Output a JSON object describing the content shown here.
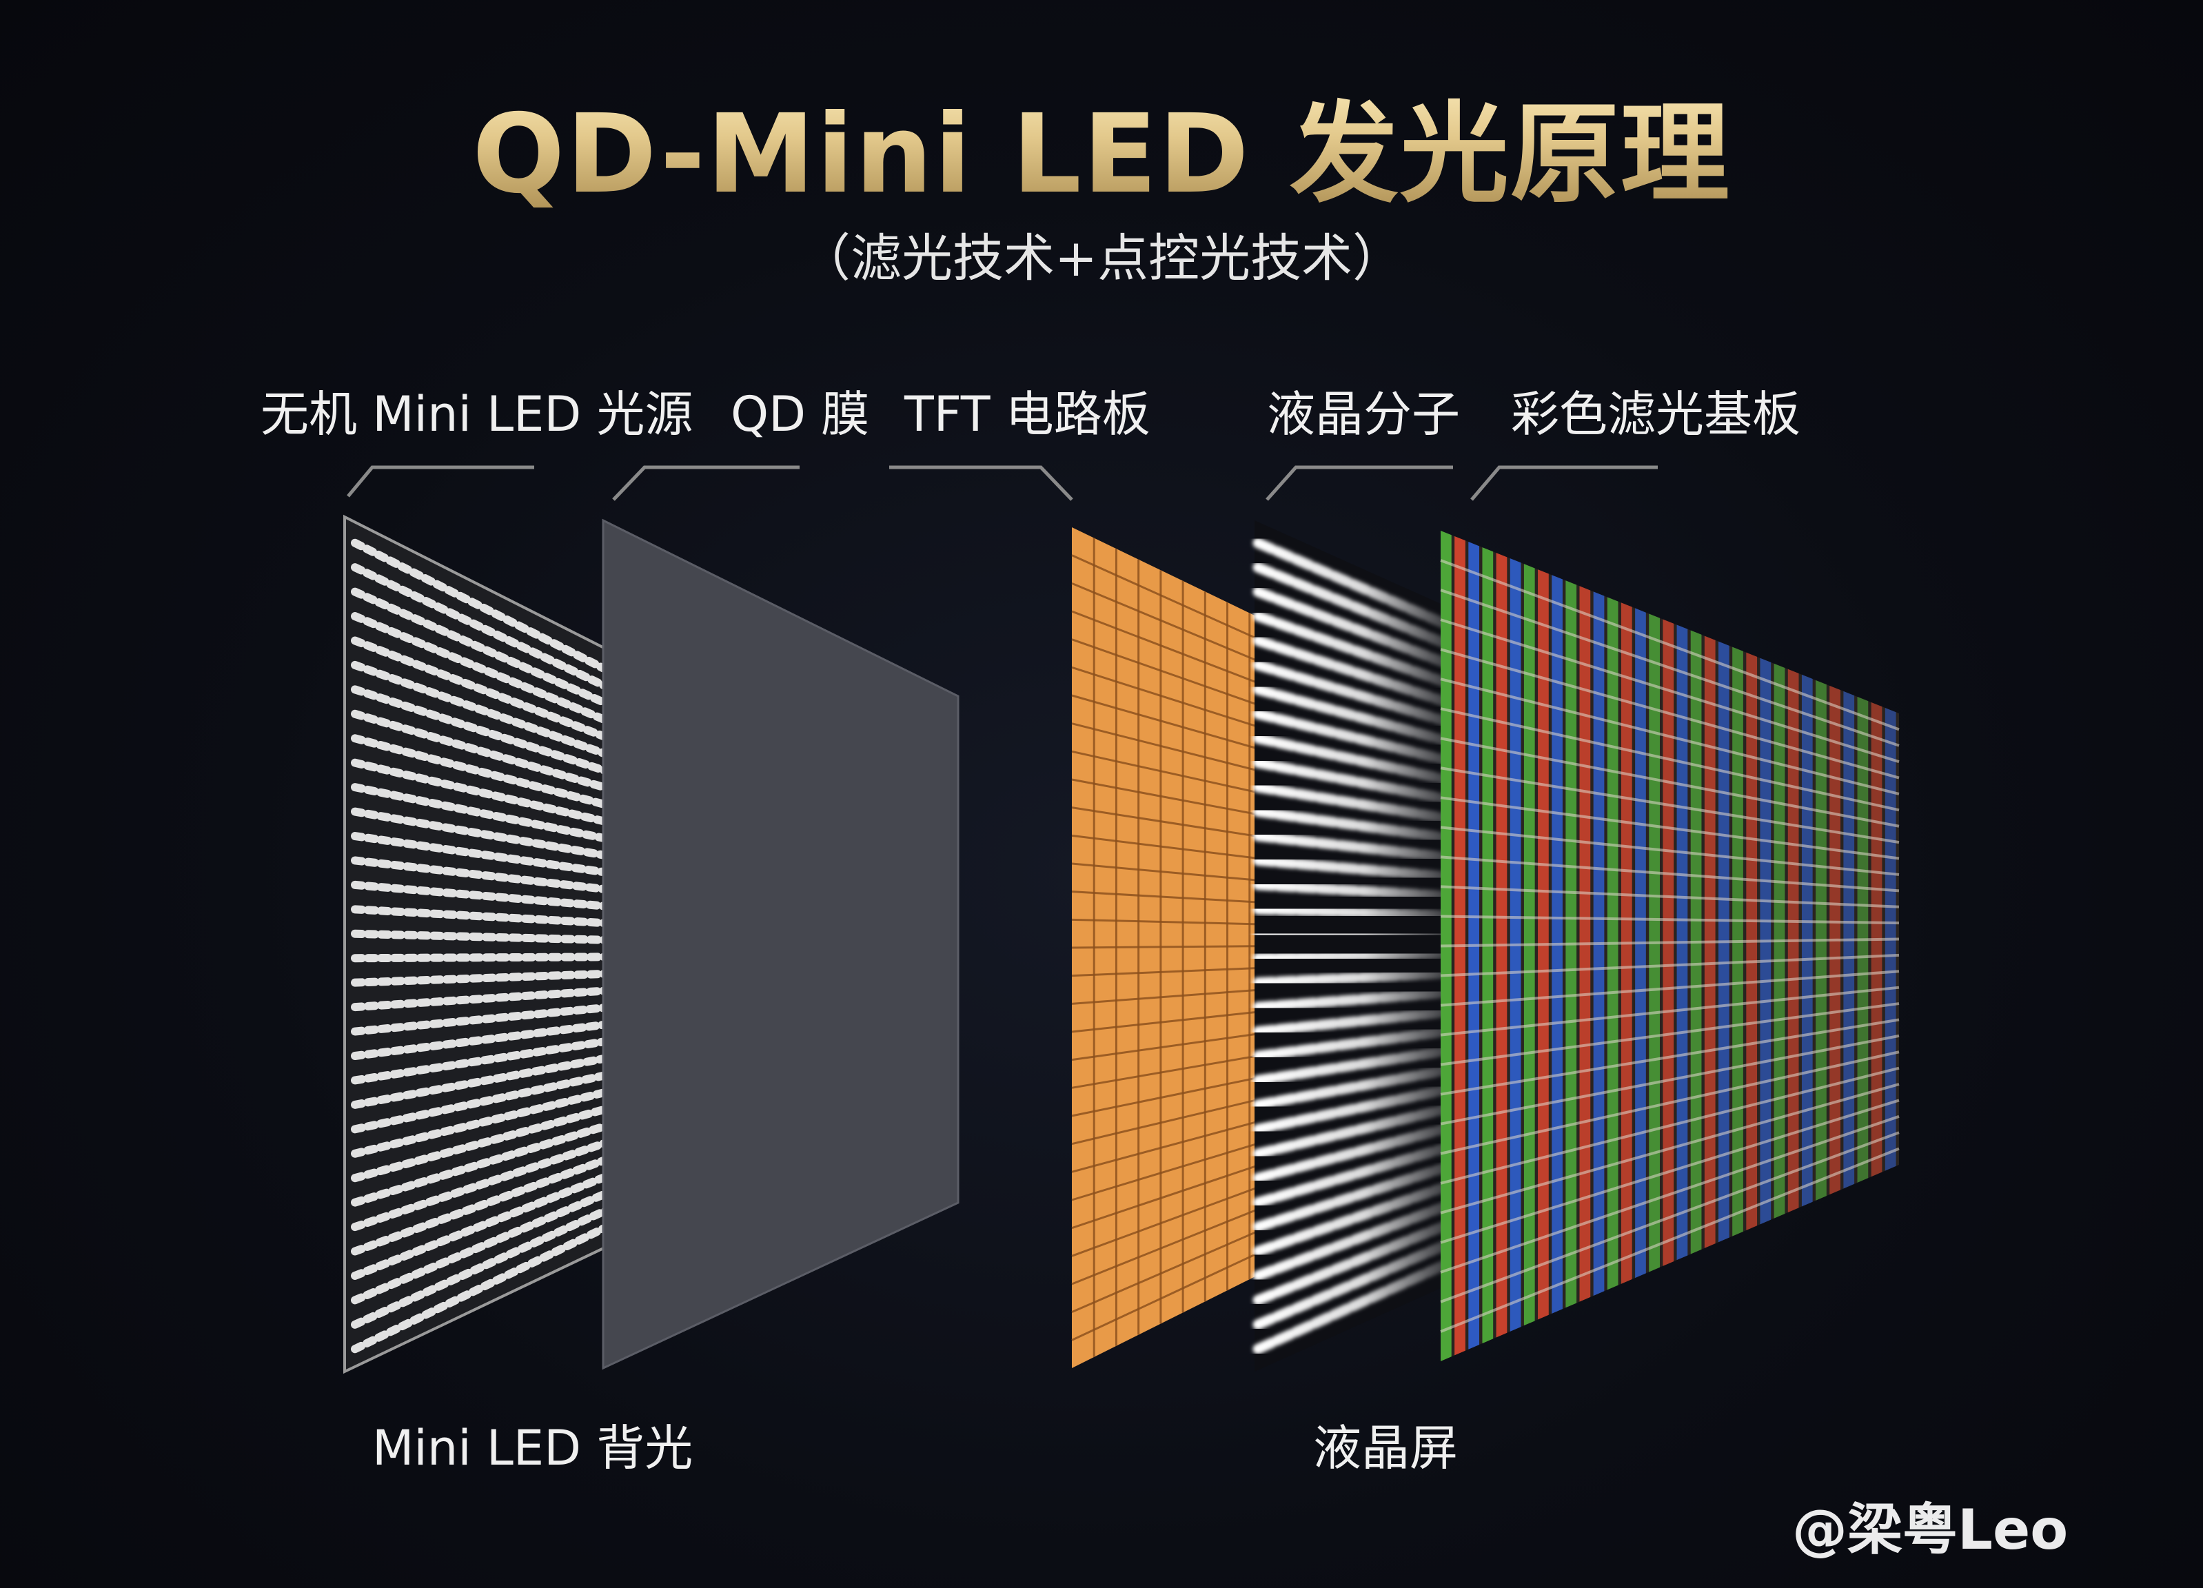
{
  "title": "QD-Mini LED 发光原理",
  "subtitle": "（滤光技术+点控光技术）",
  "layers": [
    {
      "id": "mini-led-source",
      "label": "无机 Mini LED 光源"
    },
    {
      "id": "qd-film",
      "label": "QD 膜"
    },
    {
      "id": "tft-board",
      "label": "TFT 电路板"
    },
    {
      "id": "liquid-crystal",
      "label": "液晶分子"
    },
    {
      "id": "color-filter",
      "label": "彩色滤光基板"
    }
  ],
  "groups": [
    {
      "id": "backlight",
      "label": "Mini LED 背光"
    },
    {
      "id": "lcd",
      "label": "液晶屏"
    }
  ],
  "watermark": "@梁粤Leo",
  "colors": {
    "title_gold": "#e3c98c",
    "qd_film": "#45474f",
    "tft_orange": "#e89a48",
    "led_white": "#f2f2f2",
    "filter_red": "#d8452e",
    "filter_green": "#4fae3a",
    "filter_blue": "#2e5fd0"
  }
}
